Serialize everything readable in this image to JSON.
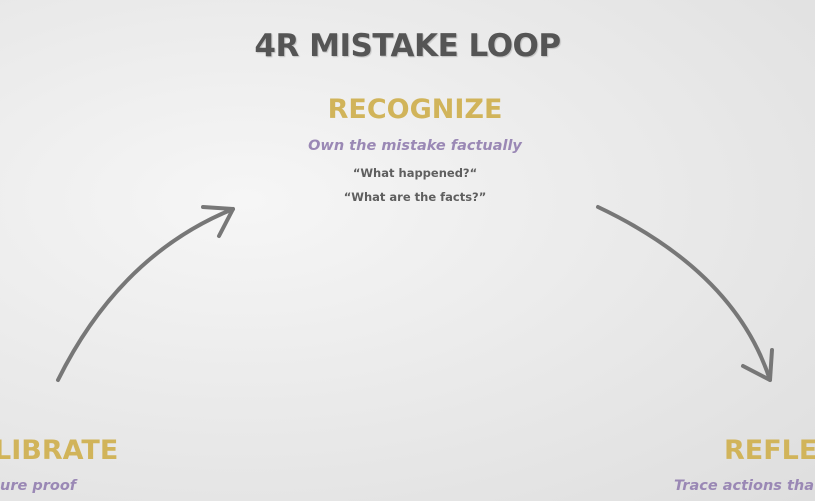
{
  "title": "4R MISTAKE LOOP",
  "colors": {
    "title": "#555555",
    "stage": "#d1b45a",
    "subtitle": "#9a88b5",
    "question": "#5f5f5f",
    "arrow": "#777777"
  },
  "stages": {
    "recognize": {
      "name": "RECOGNIZE",
      "subtitle": "Own the mistake factually",
      "questions": [
        "“What happened?“",
        "“What are the facts?”"
      ]
    },
    "recalibrate": {
      "name": "LIBRATE",
      "subtitle": "ure proof"
    },
    "reflect": {
      "name": "REFLE",
      "subtitle": "Trace actions tha"
    }
  }
}
